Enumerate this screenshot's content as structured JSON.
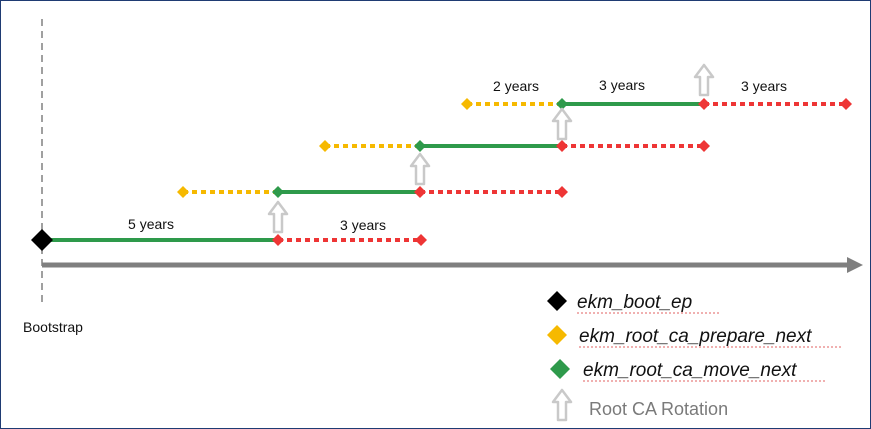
{
  "colors": {
    "green": "#2e9a4b",
    "red": "#ee3535",
    "yellow": "#f6b900",
    "black": "#000000",
    "axis": "#7f7f7f",
    "arrow_outline": "#c9c9c9"
  },
  "origin_label": "Bootstrap",
  "segments": {
    "boot_period": "5 years",
    "overlap_1": "3 years",
    "prepare_period": "2 years",
    "active_period": "3 years",
    "overlap_2": "3 years"
  },
  "legend": [
    {
      "icon": "black-diamond-icon",
      "text": "ekm_boot_ep"
    },
    {
      "icon": "yellow-diamond-icon",
      "text": "ekm_root_ca_prepare_next"
    },
    {
      "icon": "green-diamond-icon",
      "text": "ekm_root_ca_move_next"
    },
    {
      "icon": "up-arrow-icon",
      "text": "Root CA Rotation"
    }
  ]
}
